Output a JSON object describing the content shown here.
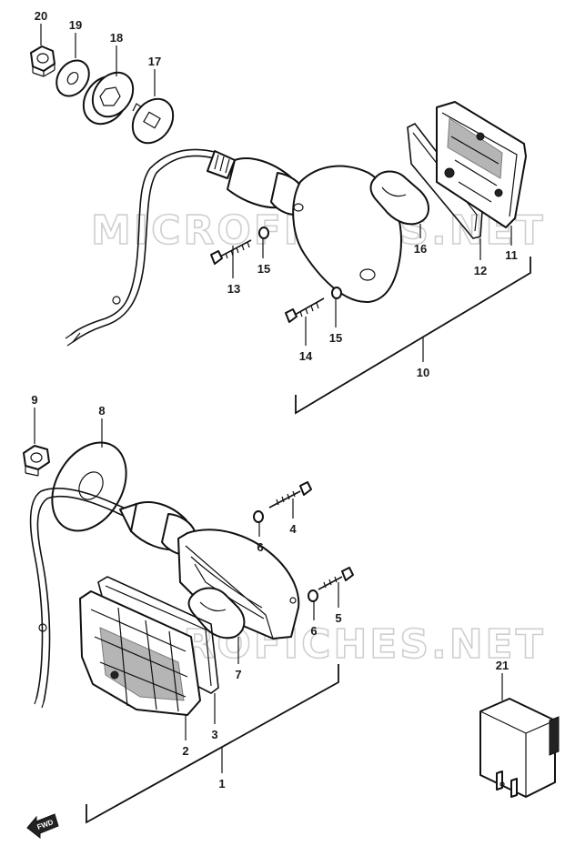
{
  "watermark": "MICROFICHES.NET",
  "forward_label": "FWD",
  "callouts": [
    "20",
    "19",
    "18",
    "17",
    "16",
    "15",
    "13",
    "12",
    "11",
    "15",
    "14",
    "10",
    "9",
    "8",
    "4",
    "6",
    "6",
    "5",
    "7",
    "21",
    "3",
    "2",
    "1"
  ]
}
